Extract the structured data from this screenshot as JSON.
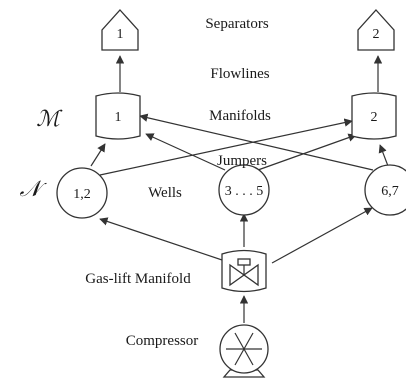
{
  "labels": {
    "separators": "Separators",
    "flowlines": "Flowlines",
    "manifolds": "Manifolds",
    "jumpers": "Jumpers",
    "wells": "Wells",
    "gas_lift_manifold": "Gas-lift Manifold",
    "compressor": "Compressor"
  },
  "symbols": {
    "manifold_set": "ℳ",
    "well_set": "𝒩"
  },
  "separators": [
    "1",
    "2"
  ],
  "manifolds": [
    "1",
    "2"
  ],
  "wells": [
    "1,2",
    "3 . . . 5",
    "6,7"
  ]
}
